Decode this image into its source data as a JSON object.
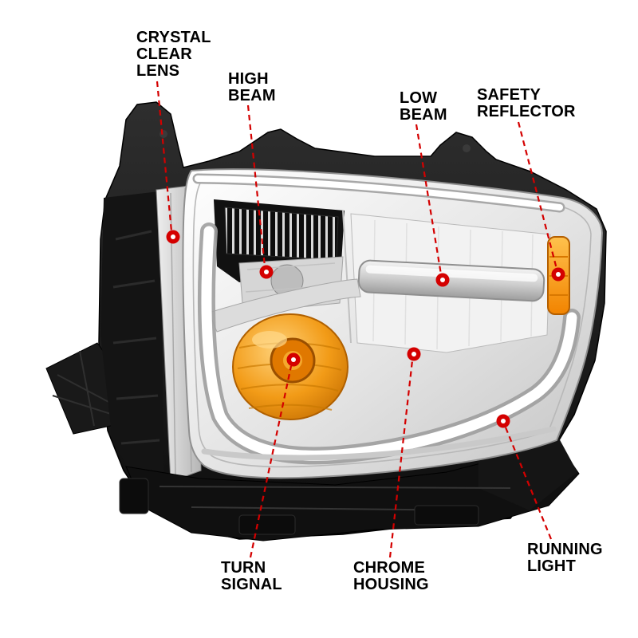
{
  "figure": {
    "type": "annotated-product-diagram",
    "colors": {
      "background": "#ffffff",
      "label_text": "#000000",
      "leader_line_red": "#d40000",
      "marker_red": "#d40000",
      "marker_center_white": "#ffffff",
      "amber_turn_signal": "#ef9212",
      "amber_safety_reflector": "#ff9a00",
      "chrome_silver": "#d9d9d9",
      "housing_black": "#141414"
    }
  },
  "callouts": [
    {
      "id": "crystal-clear-lens",
      "lines": [
        "CRYSTAL",
        "CLEAR",
        "LENS"
      ]
    },
    {
      "id": "high-beam",
      "lines": [
        "HIGH",
        "BEAM"
      ]
    },
    {
      "id": "low-beam",
      "lines": [
        "LOW",
        "BEAM"
      ]
    },
    {
      "id": "safety-reflector",
      "lines": [
        "SAFETY",
        "REFLECTOR"
      ]
    },
    {
      "id": "turn-signal",
      "lines": [
        "TURN",
        "SIGNAL"
      ]
    },
    {
      "id": "chrome-housing",
      "lines": [
        "CHROME",
        "HOUSING"
      ]
    },
    {
      "id": "running-light",
      "lines": [
        "RUNNING",
        "LIGHT"
      ]
    }
  ]
}
